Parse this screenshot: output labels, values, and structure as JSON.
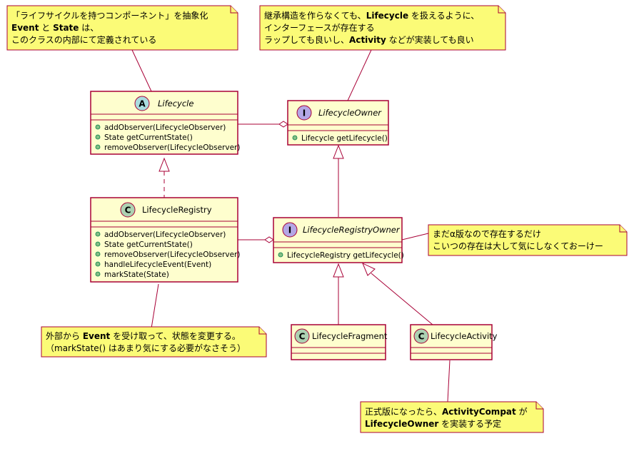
{
  "colors": {
    "note_fill": "#FBFB77",
    "note_border": "#A80036",
    "class_fill": "#FEFECE",
    "class_border": "#A80036",
    "abstract_badge": "#A9DCDF",
    "interface_badge": "#B4A7E5",
    "class_badge": "#ADD1B2",
    "edge": "#A80036"
  },
  "notes": {
    "lifecycle": {
      "line1": "「ライフサイクルを持つコンポーネント」を抽象化",
      "line2_bold_a": "Event",
      "line2_mid": " と ",
      "line2_bold_b": "State",
      "line2_tail": " は、",
      "line3": "このクラスの内部にて定義されている"
    },
    "owner": {
      "line1_pre": "継承構造を作らなくても、",
      "line1_bold": "Lifecycle",
      "line1_post": " を扱えるように、",
      "line2": "インターフェースが存在する",
      "line3_pre": "ラップしても良いし、",
      "line3_bold": "Activity",
      "line3_post": " などが実装しても良い"
    },
    "registry_owner": {
      "line1": "まだα版なので存在するだけ",
      "line2": "こいつの存在は大して気にしなくておーけー"
    },
    "registry": {
      "line1_pre": "外部から ",
      "line1_bold": "Event",
      "line1_post": " を受け取って、状態を変更する。",
      "line2": "（markState() はあまり気にする必要がなさそう）"
    },
    "activity": {
      "line1_pre": "正式版になったら、",
      "line1_bold": "ActivityCompat",
      "line1_post": " が",
      "line2_bold": "LifecycleOwner",
      "line2_post": " を実装する予定"
    }
  },
  "classes": {
    "lifecycle": {
      "badge": "A",
      "name": "Lifecycle",
      "methods": [
        "addObserver(LifecycleObserver)",
        "State getCurrentState()",
        "removeObserver(LifecycleObserver)"
      ]
    },
    "lifecycle_owner": {
      "badge": "I",
      "name": "LifecycleOwner",
      "methods": [
        "Lifecycle getLifecycle()"
      ]
    },
    "lifecycle_registry": {
      "badge": "C",
      "name": "LifecycleRegistry",
      "methods": [
        "addObserver(LifecycleObserver)",
        "State getCurrentState()",
        "removeObserver(LifecycleObserver)",
        "handleLifecycleEvent(Event)",
        "markState(State)"
      ]
    },
    "lifecycle_registry_owner": {
      "badge": "I",
      "name": "LifecycleRegistryOwner",
      "methods": [
        "LifecycleRegistry getLifecycle()"
      ]
    },
    "lifecycle_fragment": {
      "badge": "C",
      "name": "LifecycleFragment"
    },
    "lifecycle_activity": {
      "badge": "C",
      "name": "LifecycleActivity"
    }
  }
}
